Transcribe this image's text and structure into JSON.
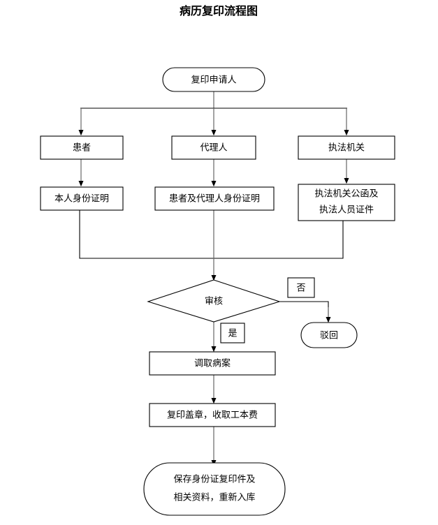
{
  "document": {
    "title": "病历复印流程图"
  },
  "chart_data": {
    "type": "diagram",
    "title": "病历复印流程图",
    "orientation": "top-to-bottom",
    "nodes": [
      {
        "id": "applicant",
        "label": "复印申请人",
        "shape": "stadium"
      },
      {
        "id": "patient",
        "label": "患者",
        "shape": "rect"
      },
      {
        "id": "agent",
        "label": "代理人",
        "shape": "rect"
      },
      {
        "id": "authority",
        "label": "执法机关",
        "shape": "rect"
      },
      {
        "id": "patient_id",
        "label": "本人身份证明",
        "shape": "rect"
      },
      {
        "id": "agent_id",
        "label": "患者及代理人身份证明",
        "shape": "rect"
      },
      {
        "id": "authority_id_1",
        "label": "执法机关公函及",
        "shape": "rect"
      },
      {
        "id": "authority_id_2",
        "label": "执法人员证件",
        "shape": "rect"
      },
      {
        "id": "review",
        "label": "审核",
        "shape": "diamond"
      },
      {
        "id": "reject",
        "label": "驳回",
        "shape": "stadium"
      },
      {
        "id": "retrieve",
        "label": "调取病案",
        "shape": "rect"
      },
      {
        "id": "copy_fee",
        "label": "复印盖章，收取工本费",
        "shape": "rect"
      },
      {
        "id": "archive_1",
        "label": "保存身份证复印件及",
        "shape": "stadium"
      },
      {
        "id": "archive_2",
        "label": "相关资料，重新入库",
        "shape": "stadium"
      }
    ],
    "edge_labels": {
      "yes": "是",
      "no": "否"
    },
    "colors": {
      "background": "#ffffff",
      "node_fill": "#ffffff",
      "node_stroke": "#000000",
      "edge_stroke": "#666666",
      "text": "#000000"
    }
  }
}
